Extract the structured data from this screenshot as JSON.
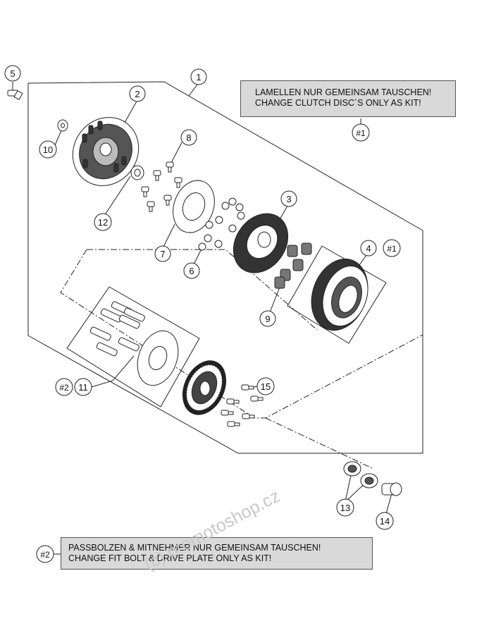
{
  "callouts": [
    {
      "id": "c1",
      "label": "1"
    },
    {
      "id": "c2",
      "label": "2"
    },
    {
      "id": "c3",
      "label": "3"
    },
    {
      "id": "c4",
      "label": "4"
    },
    {
      "id": "c5",
      "label": "5"
    },
    {
      "id": "c6",
      "label": "6"
    },
    {
      "id": "c7",
      "label": "7"
    },
    {
      "id": "c8",
      "label": "8"
    },
    {
      "id": "c9",
      "label": "9"
    },
    {
      "id": "c10",
      "label": "10"
    },
    {
      "id": "c11",
      "label": "11"
    },
    {
      "id": "c12",
      "label": "12"
    },
    {
      "id": "c13",
      "label": "13"
    },
    {
      "id": "c14",
      "label": "14"
    },
    {
      "id": "c15",
      "label": "15"
    }
  ],
  "kit_marks": {
    "kit1": "#1",
    "kit2": "#2"
  },
  "notes": {
    "kit1": {
      "line1": "LAMELLEN NUR GEMEINSAM TAUSCHEN!",
      "line2": "CHANGE CLUTCH DISC´S ONLY AS KIT!"
    },
    "kit2": {
      "line1": "PASSBOLZEN & MITNEHMER NUR GEMEINSAM TAUSCHEN!",
      "line2": "CHANGE FIT BOLT & DRIVE PLATE ONLY AS KIT!"
    }
  },
  "watermark": "(c) promotoshop.cz"
}
